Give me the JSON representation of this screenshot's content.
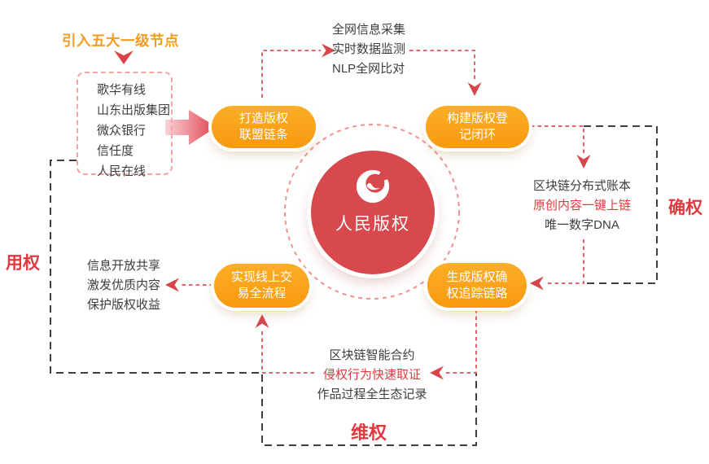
{
  "colors": {
    "accent_orange": "#f8990f",
    "accent_orange_light": "#fbae27",
    "label_orange": "#f49c1f",
    "brand_red": "#d8494d",
    "arrow_red": "#d6464b",
    "highlight_red": "#e0393f",
    "dash_red": "#dd6569",
    "dash_pink": "#f2a5a3",
    "dash_black": "#3f3f3f",
    "text_dark": "#3d3d3d",
    "background": "#ffffff"
  },
  "intro": {
    "label": "引入五大一级节点",
    "nodes": [
      "歌华有线",
      "山东出版集团",
      "微众银行",
      "信任度",
      "人民在线"
    ]
  },
  "center": {
    "name": "人民版权",
    "logo_icon": "c-wave-brand-logo"
  },
  "pills": {
    "alliance": {
      "lines": [
        "打造版权",
        "联盟链条"
      ]
    },
    "registration": {
      "lines": [
        "构建版权登",
        "记闭环"
      ]
    },
    "tracking": {
      "lines": [
        "生成版权确",
        "权追踪链路"
      ]
    },
    "trading": {
      "lines": [
        "实现线上交",
        "易全流程"
      ]
    }
  },
  "text_blocks": {
    "monitoring": {
      "lines": [
        "全网信息采集",
        "实时数据监测",
        "NLP全网比对"
      ]
    },
    "confirmation": {
      "lines": [
        "区块链分布式账本",
        "原创内容一键上链",
        "唯一数字DNA"
      ],
      "highlighted_line": "原创内容一键上链"
    },
    "defense": {
      "lines": [
        "区块链智能合约",
        "侵权行为快速取证",
        "作品过程全生态记录"
      ],
      "highlighted_line": "侵权行为快速取证"
    },
    "usage": {
      "lines": [
        "信息开放共享",
        "激发优质内容",
        "保护版权收益"
      ]
    }
  },
  "stage_labels": {
    "confirm": "确权",
    "defend": "维权",
    "use": "用权"
  }
}
